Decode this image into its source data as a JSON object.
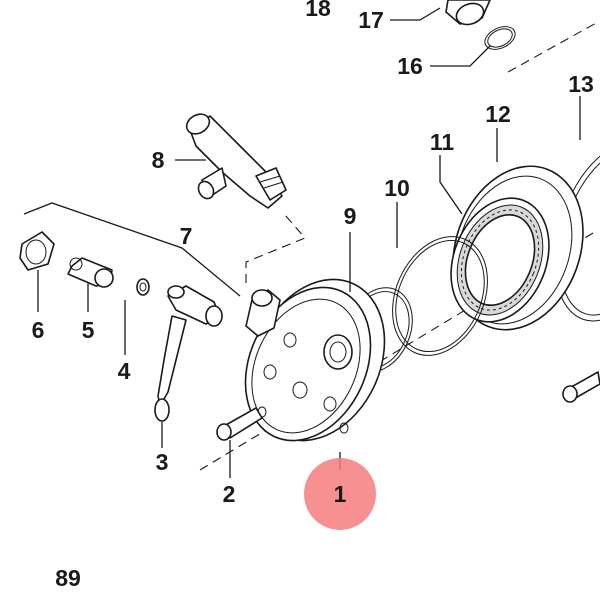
{
  "diagram": {
    "callouts": {
      "c1": "1",
      "c2": "2",
      "c3": "3",
      "c4": "4",
      "c5": "5",
      "c6": "6",
      "c7": "7",
      "c8": "8",
      "c9": "9",
      "c10": "10",
      "c11": "11",
      "c12": "12",
      "c13": "13",
      "c16": "16",
      "c17": "17",
      "c18": "18",
      "c89": "89"
    },
    "highlight_color": "#f47c7e"
  }
}
